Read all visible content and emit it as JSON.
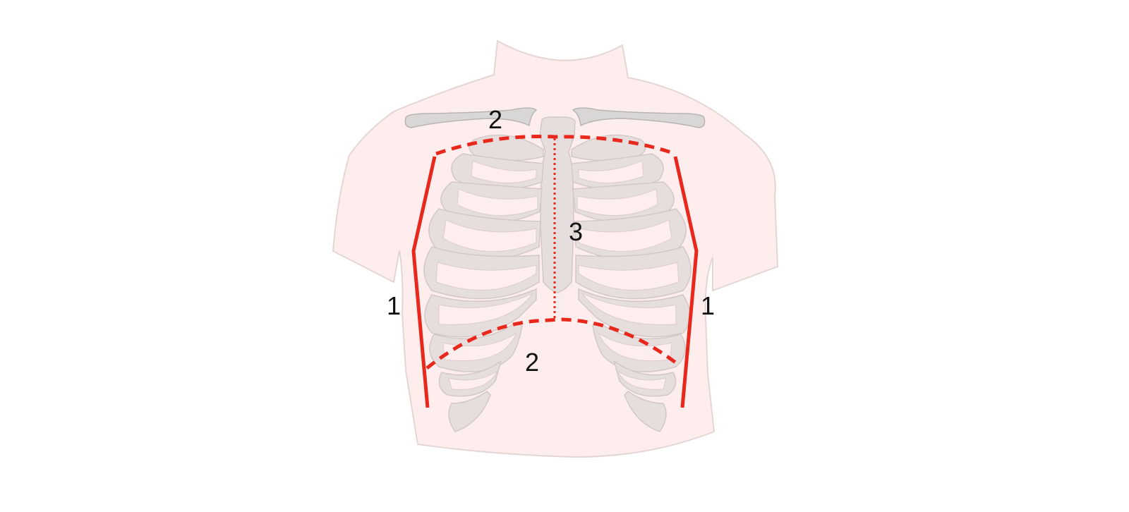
{
  "diagram": {
    "labels": {
      "side_left": "1",
      "side_right": "1",
      "top": "2",
      "bottom": "2",
      "center": "3"
    },
    "colors": {
      "torso": "#fdeeed",
      "torso_outline": "#e3d6d5",
      "bone": "#e6dedd",
      "clavicle": "#d9d6d6",
      "marking": "#e8281c"
    }
  }
}
